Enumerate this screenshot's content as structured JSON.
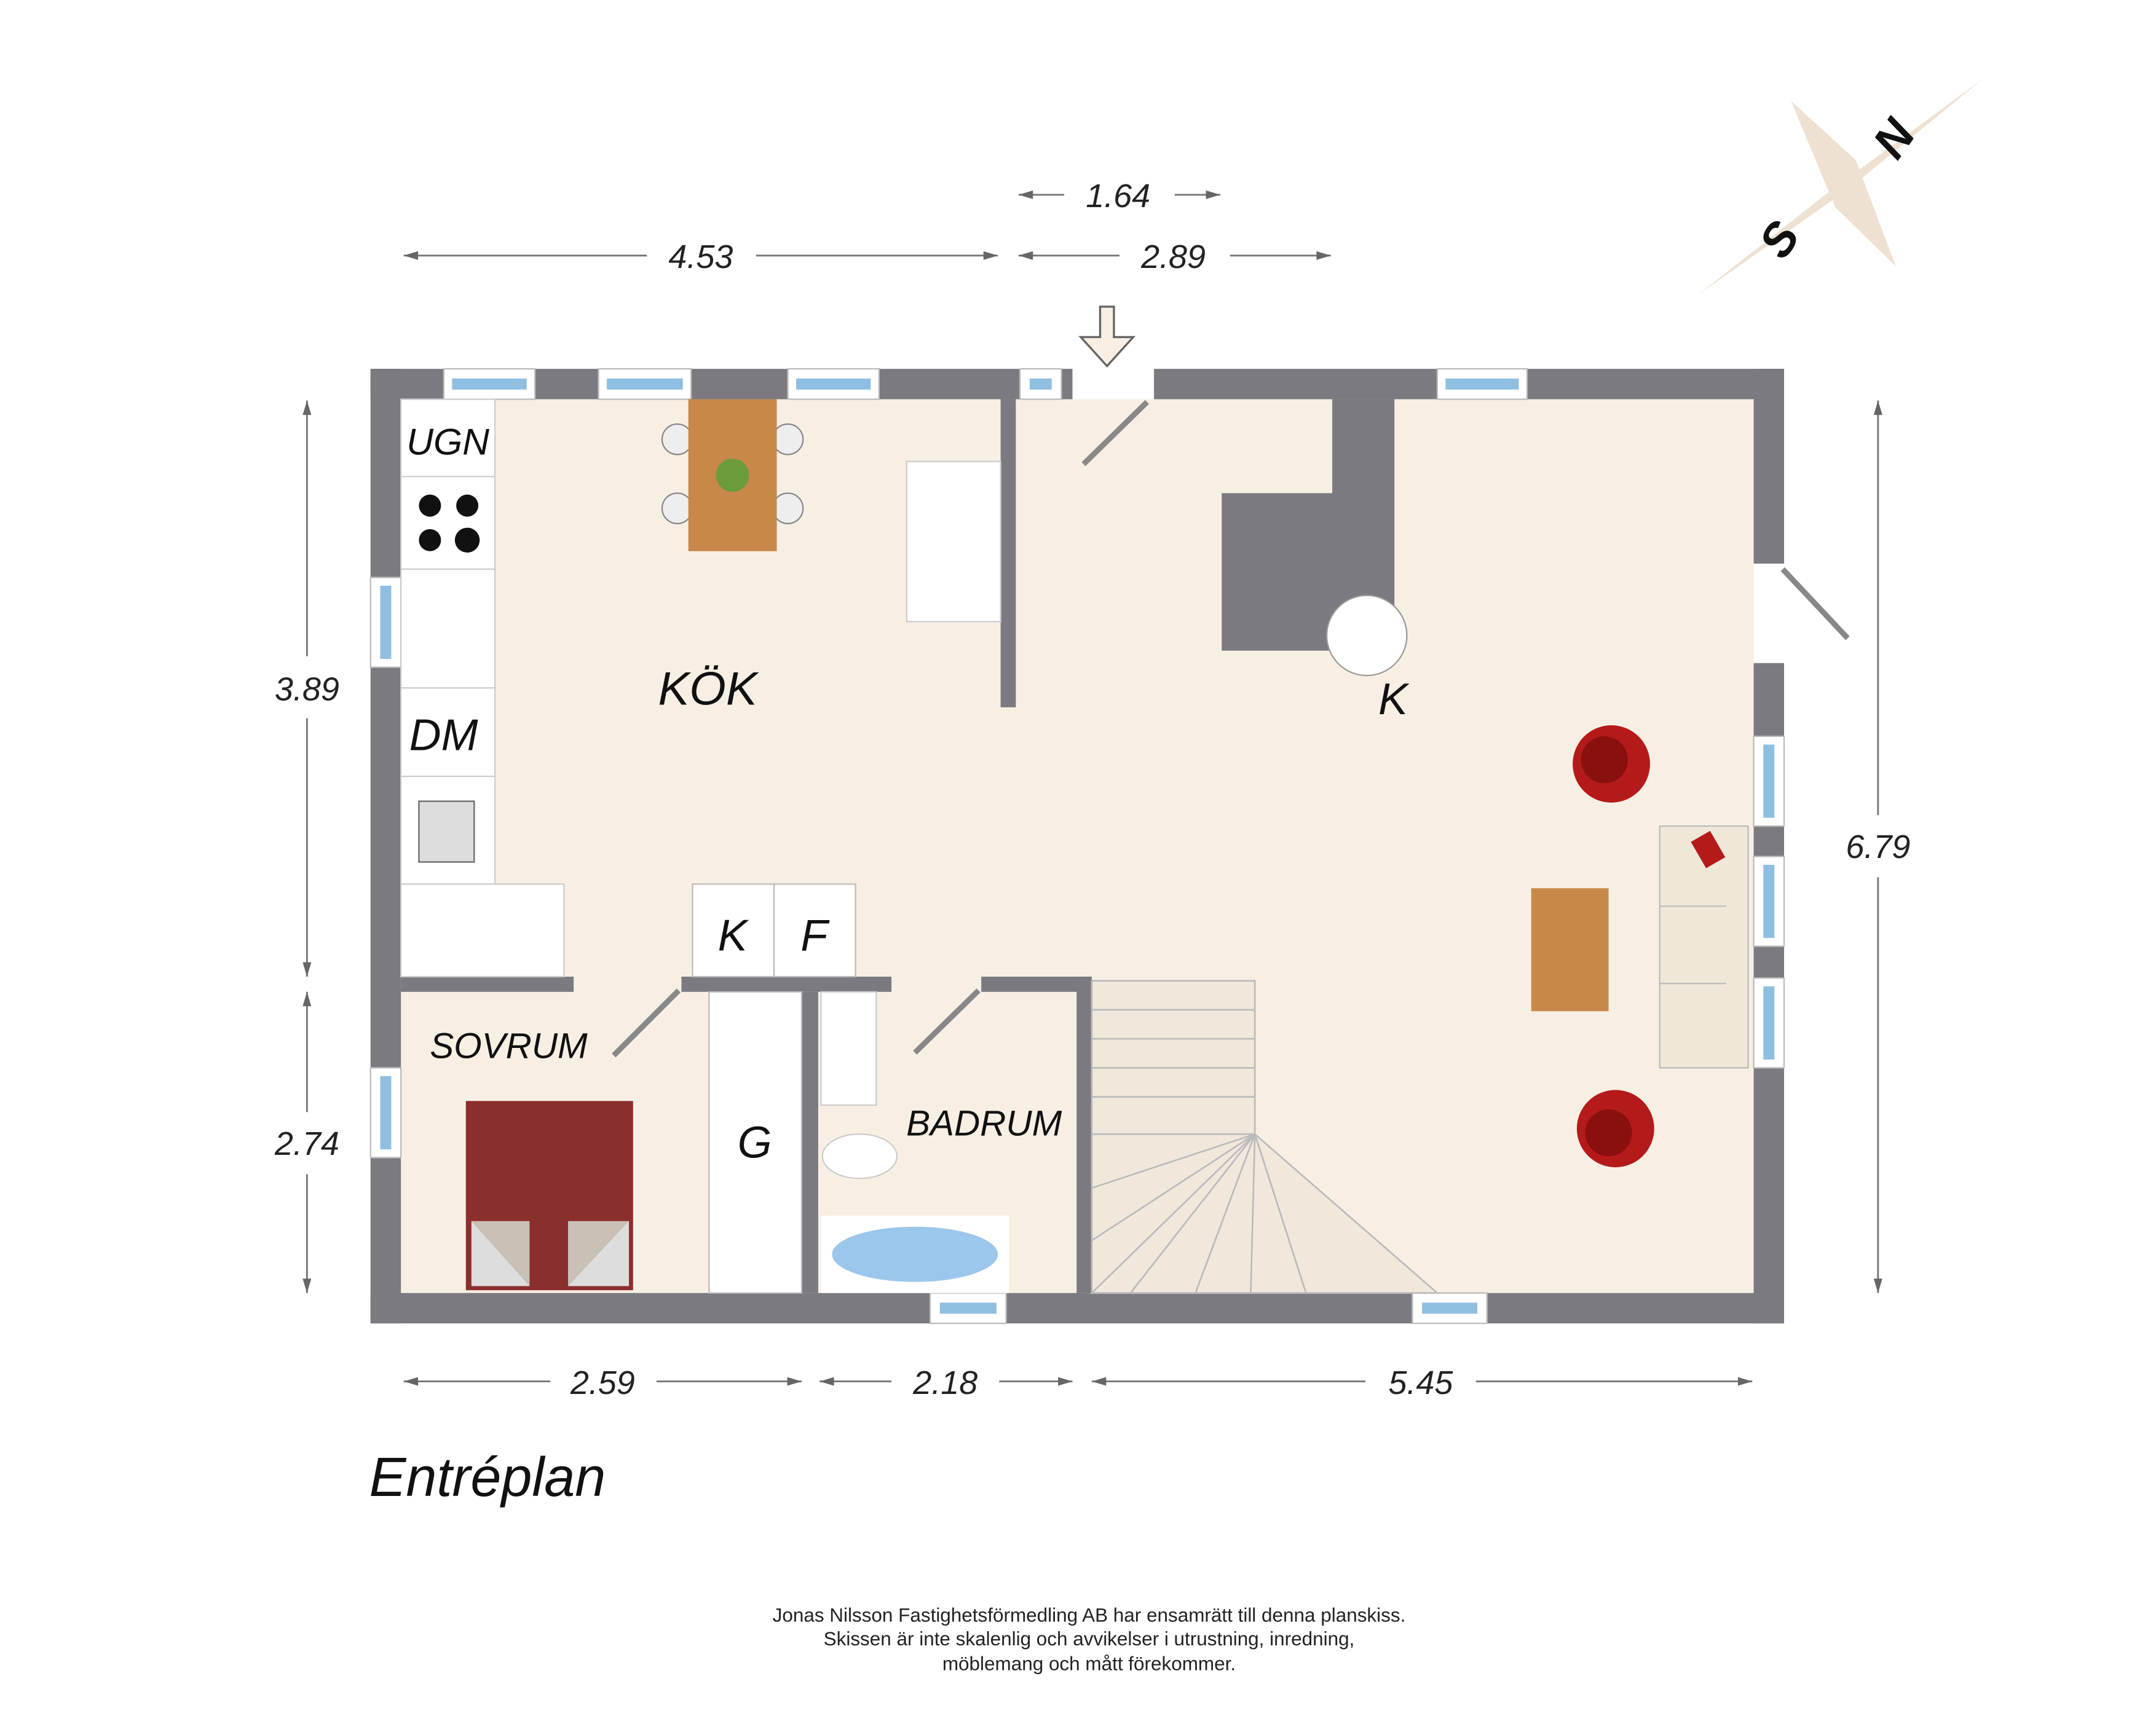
{
  "title": "Entréplan",
  "rooms": {
    "kitchen": "KÖK",
    "bedroom": "SOVRUM",
    "bathroom": "BADRUM",
    "closet": "G",
    "fireplace": "K"
  },
  "appliances": {
    "oven": "UGN",
    "dishwasher": "DM",
    "fridge_k": "K",
    "freezer_f": "F"
  },
  "dimensions": {
    "top_left": "4.53",
    "top_right": "2.89",
    "top_small": "1.64",
    "left_upper": "3.89",
    "left_lower": "2.74",
    "right": "6.79",
    "bottom_left": "2.59",
    "bottom_mid": "2.18",
    "bottom_right": "5.45"
  },
  "compass": {
    "south": "S",
    "north": "N"
  },
  "footer": [
    "Jonas Nilsson Fastighetsförmedling AB har ensamrätt till denna planskiss.",
    "Skissen är inte skalenlig och avvikelser i utrustning, inredning,",
    "möblemang och mått förekommer."
  ],
  "colors": {
    "wall": "#7b7a80",
    "floor": "#f8efe4",
    "window": "#8fbfe0",
    "bed": "#8b2f2c",
    "chair": "#b51a1a",
    "wood": "#c8884a"
  }
}
